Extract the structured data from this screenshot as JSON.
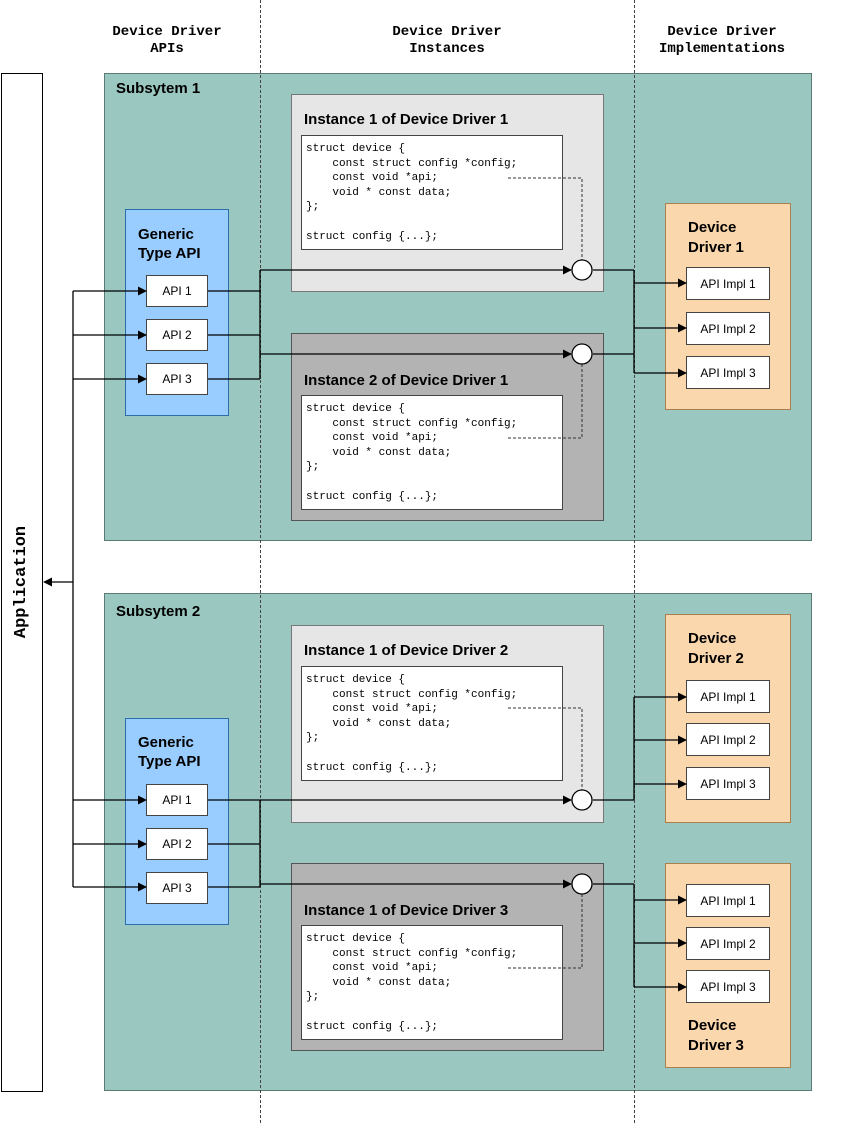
{
  "columns": {
    "apis": "Device Driver\nAPIs",
    "instances": "Device Driver\nInstances",
    "implementations": "Device Driver\nImplementations"
  },
  "application": "Application",
  "code": "struct device {\n    const struct config *config;\n    const void *api;\n    void * const data;\n};\n\nstruct config {...};",
  "subsystem1": {
    "title": "Subsytem 1",
    "generic_title": "Generic\nType API",
    "apis": [
      "API 1",
      "API 2",
      "API 3"
    ],
    "instances": [
      "Instance 1 of Device Driver 1",
      "Instance 2 of Device Driver 1"
    ],
    "driver_title": "Device\nDriver 1",
    "impls": [
      "API Impl 1",
      "API Impl 2",
      "API Impl 3"
    ]
  },
  "subsystem2": {
    "title": "Subsytem 2",
    "generic_title": "Generic\nType API",
    "apis": [
      "API 1",
      "API 2",
      "API 3"
    ],
    "instances": [
      "Instance 1 of Device Driver 2",
      "Instance 1 of Device Driver 3"
    ],
    "driver2_title": "Device\nDriver 2",
    "driver2_impls": [
      "API Impl 1",
      "API Impl 2",
      "API Impl 3"
    ],
    "driver3_title": "Device\nDriver 3",
    "driver3_impls": [
      "API Impl 1",
      "API Impl 2",
      "API Impl 3"
    ]
  }
}
